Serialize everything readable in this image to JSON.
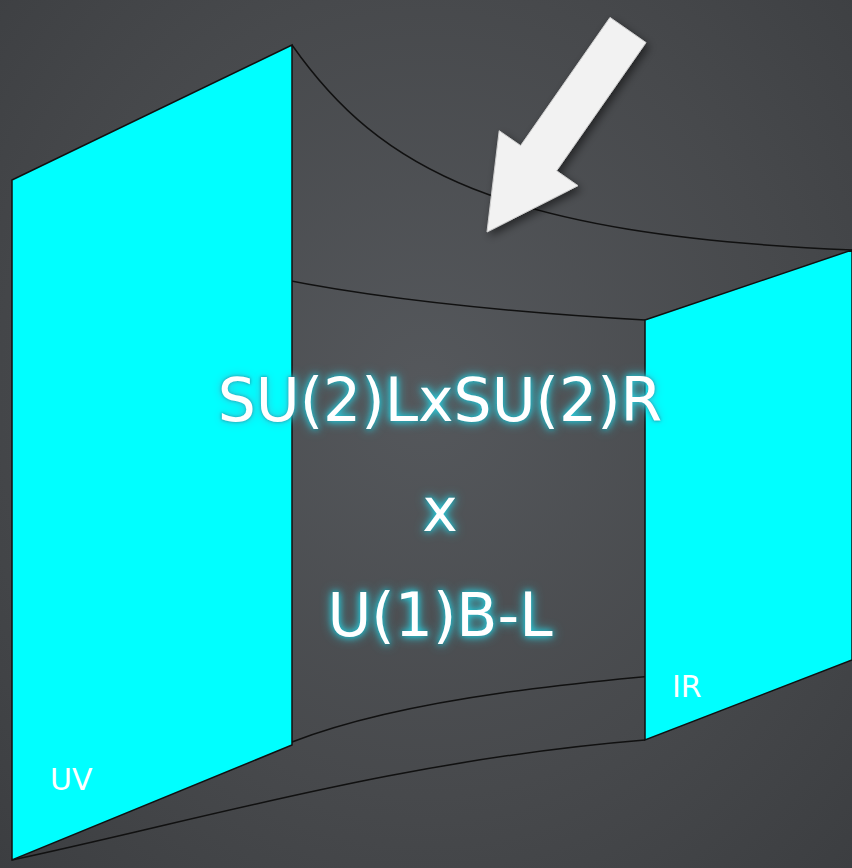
{
  "diagram": {
    "nodes": [
      {
        "text": [
          "UV"
        ]
      },
      {
        "text": [
          "IR"
        ]
      }
    ],
    "labels": [
      "SU(2)LxSU(2)R",
      "x",
      "U(1)B-L"
    ]
  }
}
